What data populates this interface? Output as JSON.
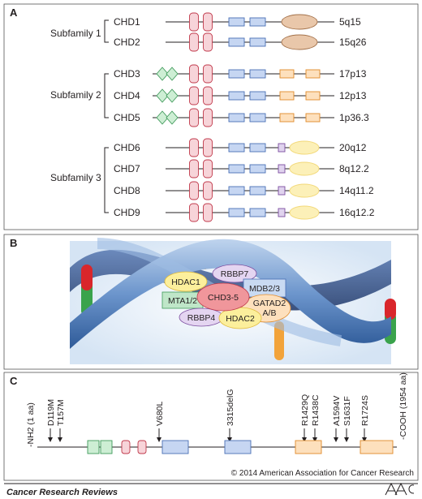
{
  "panel_a": {
    "letter": "A",
    "subfamilies": [
      {
        "label": "Subfamily 1",
        "genes": [
          {
            "name": "CHD1",
            "locus": "5q15"
          },
          {
            "name": "CHD2",
            "locus": "15q26"
          }
        ]
      },
      {
        "label": "Subfamily 2",
        "genes": [
          {
            "name": "CHD3",
            "locus": "17p13"
          },
          {
            "name": "CHD4",
            "locus": "12p13"
          },
          {
            "name": "CHD5",
            "locus": "1p36.3"
          }
        ]
      },
      {
        "label": "Subfamily 3",
        "genes": [
          {
            "name": "CHD6",
            "locus": "20q12"
          },
          {
            "name": "CHD7",
            "locus": "8q12.2"
          },
          {
            "name": "CHD8",
            "locus": "14q11.2"
          },
          {
            "name": "CHD9",
            "locus": "16q12.2"
          }
        ]
      }
    ]
  },
  "panel_b": {
    "letter": "B",
    "bubbles": {
      "hdac1": "HDAC1",
      "rbbp7": "RBBP7",
      "mdb": "MDB2/3",
      "mta": "MTA1/2",
      "chd": "CHD3-5",
      "gatad_1": "GATAD2",
      "gatad_2": "A/B",
      "rbbp4": "RBBP4",
      "hdac2": "HDAC2"
    }
  },
  "panel_c": {
    "letter": "C",
    "nterm": "-NH2 (1 aa)",
    "cterm": "-COOH (1954 aa)",
    "mutations": [
      "D119M",
      "T157M",
      "V680L",
      "3315delG",
      "R1429Q",
      "R1438C",
      "A1594V",
      "S1631F",
      "R1724S"
    ]
  },
  "footer": {
    "copyright": "© 2014 American Association for Cancer Research",
    "journal": "Cancer Research Reviews",
    "logo": "AACR"
  },
  "colors": {
    "chromo": "#f7d4d9",
    "chromo_stroke": "#c0394b",
    "helicase": "#c6d6f2",
    "helicase_stroke": "#4a6fb5",
    "phd": "#cdeed4",
    "phd_stroke": "#3f9a5a",
    "sant": "#fde0bd",
    "sant_stroke": "#e08a2a",
    "brk": "#e0d3ee",
    "brk_stroke": "#7c4ea0",
    "dna_binding": "#fcf0b8",
    "dna_binding_stroke": "#f2d877",
    "c_terminal": "#e9c7aa",
    "c_terminal_stroke": "#a4724b"
  }
}
